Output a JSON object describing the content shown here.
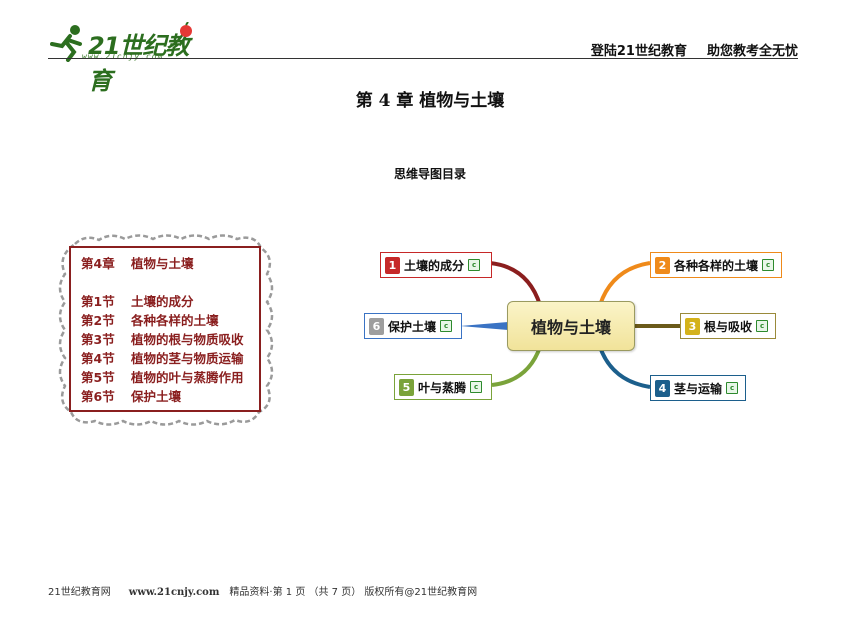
{
  "header": {
    "logo_text": "21世纪教育",
    "logo_url": "www.21cnjy.com",
    "right_text_1": "登陆21世纪教育",
    "right_text_2": "助您教考全无忧"
  },
  "title": "第 4 章   植物与土壤",
  "subtitle": "思维导图目录",
  "toc": {
    "chapter": {
      "num": "第4章",
      "text": "植物与土壤"
    },
    "sections": [
      {
        "num": "第1节",
        "text": "土壤的成分"
      },
      {
        "num": "第2节",
        "text": "各种各样的土壤"
      },
      {
        "num": "第3节",
        "text": "植物的根与物质吸收"
      },
      {
        "num": "第4节",
        "text": "植物的茎与物质运输"
      },
      {
        "num": "第5节",
        "text": "植物的叶与蒸腾作用"
      },
      {
        "num": "第6节",
        "text": "保护土壤"
      }
    ]
  },
  "mindmap": {
    "center": "植物与土壤",
    "nodes": [
      {
        "id": "1",
        "label": "土壤的成分",
        "color": "#c62828"
      },
      {
        "id": "2",
        "label": "各种各样的土壤",
        "color": "#ef8a1a"
      },
      {
        "id": "3",
        "label": "根与吸收",
        "color": "#d4b21a"
      },
      {
        "id": "4",
        "label": "茎与运输",
        "color": "#1c5f8c"
      },
      {
        "id": "5",
        "label": "叶与蒸腾",
        "color": "#7aa33a"
      },
      {
        "id": "6",
        "label": "保护土壤",
        "color": "#3a73c4"
      }
    ]
  },
  "footer": {
    "left": "21世纪教育网",
    "site": "www.21cnjy.com",
    "right": "精品资料·第 1 页 （共 7 页） 版权所有@21世纪教育网"
  }
}
